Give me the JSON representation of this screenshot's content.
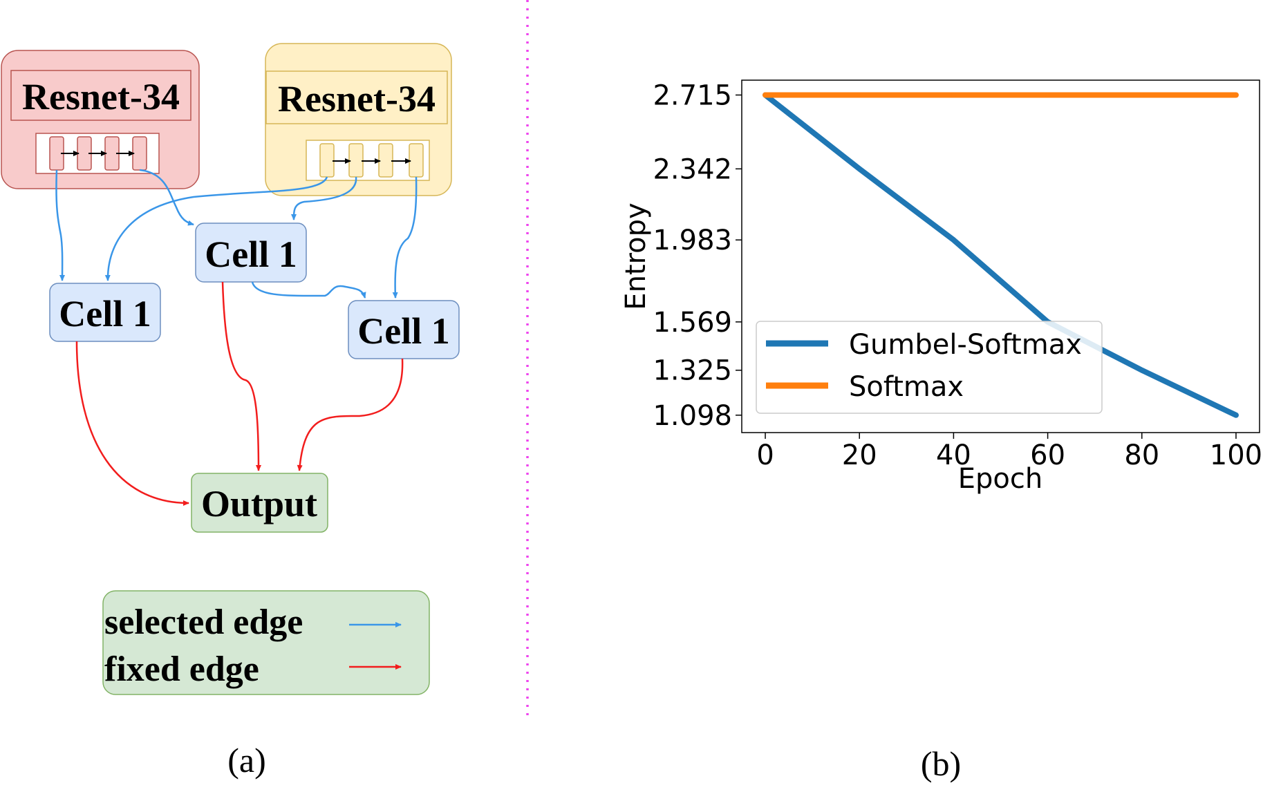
{
  "diagram": {
    "panel_label": "(a)",
    "resnet_left": {
      "title": "Resnet-34"
    },
    "resnet_right": {
      "title": "Resnet-34"
    },
    "cells": {
      "left": "Cell 1",
      "middle": "Cell 1",
      "right": "Cell 1"
    },
    "output": "Output",
    "legend": {
      "selected": "selected edge",
      "fixed": "fixed edge"
    },
    "colors": {
      "selected_edge": "#3a96e8",
      "fixed_edge": "#f21d1d",
      "resnet_left_fill": "#f8cbcb",
      "resnet_left_stroke": "#b85450",
      "resnet_right_fill": "#fff0c6",
      "resnet_right_stroke": "#d6b656",
      "cell_fill": "#dae8fc",
      "cell_stroke": "#6c8ebf",
      "output_fill": "#d5e8d4",
      "output_stroke": "#82b366",
      "divider": "#ee44ee"
    }
  },
  "chart_panel_label": "(b)",
  "chart_data": {
    "type": "line",
    "xlabel": "Epoch",
    "ylabel": "Entropy",
    "x": [
      0,
      20,
      40,
      60,
      80,
      100
    ],
    "xlim": [
      -5,
      105
    ],
    "ylim": [
      1.01,
      2.79
    ],
    "xticks": [
      "0",
      "20",
      "40",
      "60",
      "80",
      "100"
    ],
    "yticks": [
      1.098,
      1.325,
      1.569,
      1.983,
      2.342,
      2.715
    ],
    "ytick_labels": [
      "1.098",
      "1.325",
      "1.569",
      "1.983",
      "2.342",
      "2.715"
    ],
    "series": [
      {
        "name": "Gumbel-Softmax",
        "color": "#1f77b4",
        "values": [
          2.715,
          2.342,
          1.983,
          1.569,
          1.325,
          1.098
        ]
      },
      {
        "name": "Softmax",
        "color": "#ff7f0e",
        "values": [
          2.715,
          2.715,
          2.715,
          2.715,
          2.715,
          2.715
        ]
      }
    ],
    "legend_position": "lower-left",
    "grid": false
  }
}
